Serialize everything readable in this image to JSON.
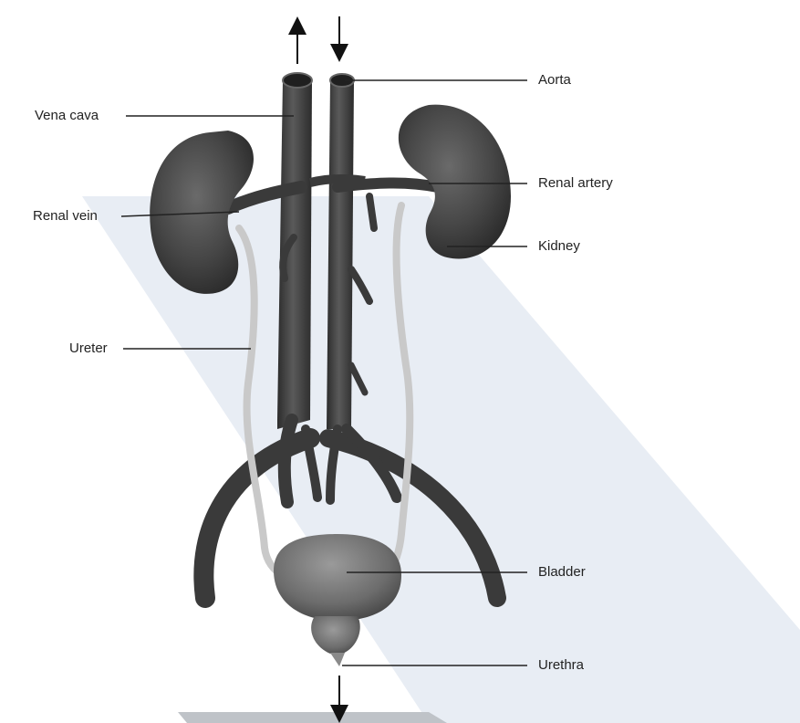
{
  "diagram": {
    "labels": {
      "vena_cava": "Vena cava",
      "renal_vein": "Renal vein",
      "ureter": "Ureter",
      "aorta": "Aorta",
      "renal_artery": "Renal artery",
      "kidney": "Kidney",
      "bladder": "Bladder",
      "urethra": "Urethra"
    },
    "colors": {
      "organ_dark": "#3d3d3d",
      "organ_mid": "#5a5a5a",
      "ureter_light": "#c9c9c9",
      "backdrop": "#e6ebf3",
      "text": "#222222"
    }
  }
}
